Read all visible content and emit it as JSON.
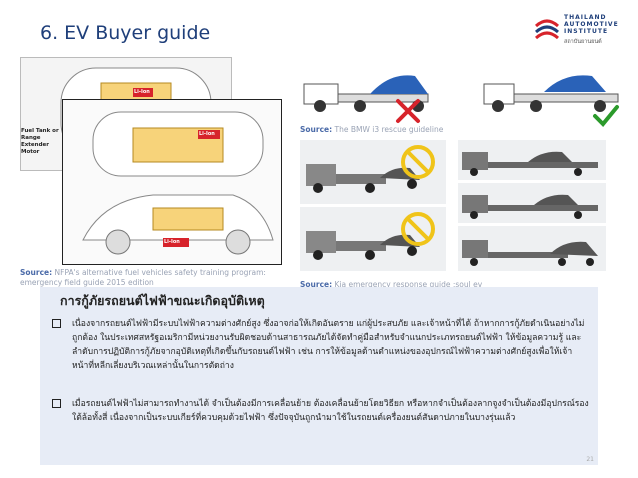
{
  "title": "6. EV Buyer guide",
  "logo": {
    "brand_lines": [
      "THAILAND",
      "AUTOMOTIVE",
      "INSTITUTE"
    ],
    "sub": "สถาบันยานยนต์",
    "colors": {
      "red": "#d7232b",
      "blue": "#1f3f7a"
    }
  },
  "left_images": {
    "callout_label": "Fuel Tank or Range Extender Motor",
    "battery_label": "Li-Ion"
  },
  "sources": {
    "nfpa_prefix": "Source:",
    "nfpa": "NFPA's alternative fuel vehicles safety training program: emergency field guide 2015 edition",
    "bmw_prefix": "Source:",
    "bmw": "The BMW i3 rescue guideline",
    "kia_prefix": "Source:",
    "kia": "Kia emergency response guide :soul ev"
  },
  "icons": {
    "wrong": "cross-icon",
    "right": "check-icon",
    "no": "prohibited-icon",
    "red": "#d7232b",
    "green": "#2b9a2b",
    "yellow": "#f0c419"
  },
  "section": {
    "heading": "การกู้ภัยรถยนต์ไฟฟ้าขณะเกิดอุบัติเหตุ",
    "bullets": [
      "เนื่องจากรถยนต์ไฟฟ้ามีระบบไฟฟ้าความต่างศักย์สูง ซึ่งอาจก่อให้เกิดอันตราย แก่ผู้ประสบภัย และเจ้าหน้าที่ได้ ถ้าหากการกู้ภัยดำเนินอย่างไม่ถูกต้อง ในประเทศสหรัฐอเมริกามีหน่วยงานรับผิดชอบด้านสาธารณภัยได้จัดทำคู่มือสำหรับจำแนกประเภทรถยนต์ไฟฟ้า ให้ข้อมูลความรู้ และลำดับการปฏิบัติการกู้ภัยจากอุบัติเหตุที่เกิดขึ้นกับรถยนต์ไฟฟ้า เช่น การให้ข้อมูลด้านตำแหน่งของอุปกรณ์ไฟฟ้าความต่างศักย์สูงเพื่อให้เจ้าหน้าที่หลีกเลี่ยงบริเวณเหล่านั้นในการตัดถ่าง",
      "เมื่อรถยนต์ไฟฟ้าไม่สามารถทำงานได้ จำเป็นต้องมีการเคลื่อนย้าย ต้องเคลื่อนย้ายโดยวิธียก หรือหากจำเป็นต้องลากจูงจำเป็นต้องมีอุปกรณ์รองใต้ล้อทั้งสี่ เนื่องจากเป็นระบบเกียร์ที่ควบคุมด้วยไฟฟ้า ซึ่งปัจจุบันถูกนำมาใช้ในรถยนต์เครื่องยนต์สันดาปภายในบางรุ่นแล้ว"
    ]
  },
  "page_number": "21"
}
